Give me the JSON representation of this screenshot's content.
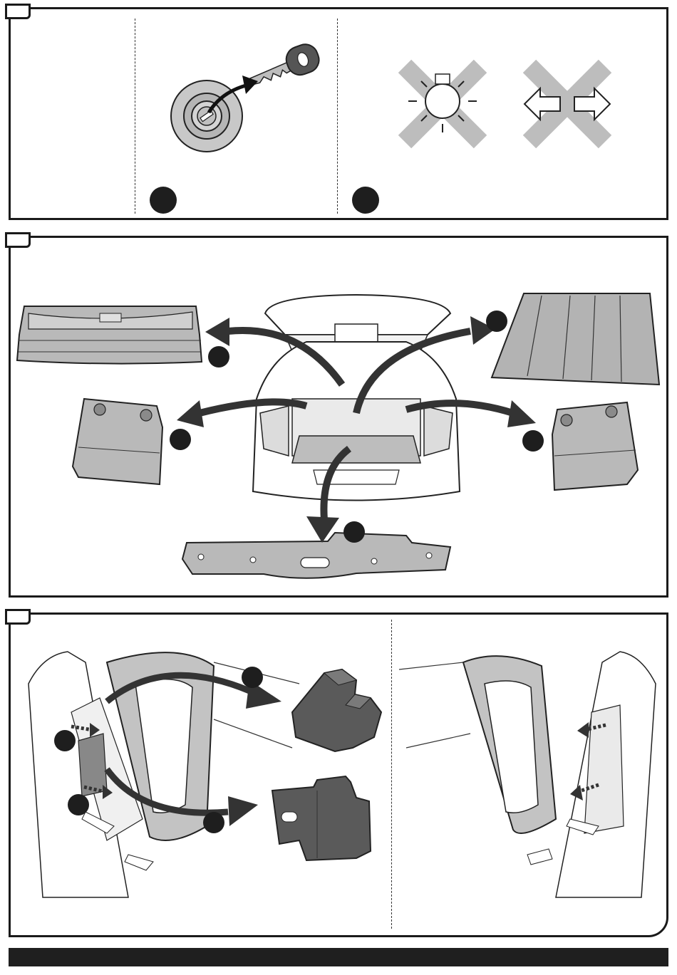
{
  "document": {
    "type": "installation-instructions",
    "panels": [
      {
        "id": "step-1",
        "sections": [
          "blank",
          "remove-ignition-key",
          "disconnect-lights-and-indicators"
        ]
      },
      {
        "id": "step-2",
        "parts_removed": [
          "parcel-shelf",
          "floor-mat",
          "left-side-trim-cover",
          "right-side-trim-cover",
          "sill-trim"
        ]
      },
      {
        "id": "step-3",
        "sections": [
          "left-side-panel-removal",
          "right-side-panel-removal"
        ]
      }
    ]
  },
  "icons": [
    "ignition-key-icon",
    "light-prohibited-icon",
    "indicator-prohibited-icon",
    "removal-arrow-icon"
  ],
  "colors": {
    "outline": "#1a1a1a",
    "part_fill": "#b9b9b9",
    "cross_fill": "#bdbdbd",
    "dark_part": "#5a5a5a",
    "step_dot": "#1e1e1e"
  }
}
